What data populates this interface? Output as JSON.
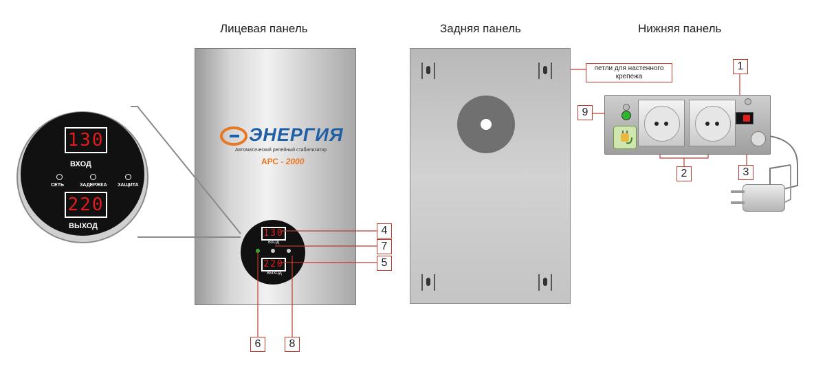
{
  "titles": {
    "front": "Лицевая панель",
    "back": "Задняя панель",
    "bottom": "Нижняя панель"
  },
  "brand": {
    "logo_text": "ЭНЕРГИЯ",
    "subtitle": "Автоматический релейный стабилизатор",
    "model_prefix": "АРС - ",
    "model_number": "2000"
  },
  "display": {
    "input_value": "130",
    "input_label": "ВХОД",
    "output_value": "220",
    "output_label": "ВЫХОД",
    "led_network": "СЕТЬ",
    "led_delay": "ЗАДЕРЖКА",
    "led_protection": "ЗАЩИТА"
  },
  "annotation": {
    "mount_loops": "петли для настенного крепежа"
  },
  "callouts": [
    "1",
    "2",
    "3",
    "4",
    "5",
    "6",
    "7",
    "8",
    "9"
  ],
  "colors": {
    "callout_border": "#c0392b",
    "digit_red": "#e21b1b",
    "led_green": "#2db52d",
    "logo_orange": "#e87722",
    "logo_blue": "#1f5fa8"
  }
}
